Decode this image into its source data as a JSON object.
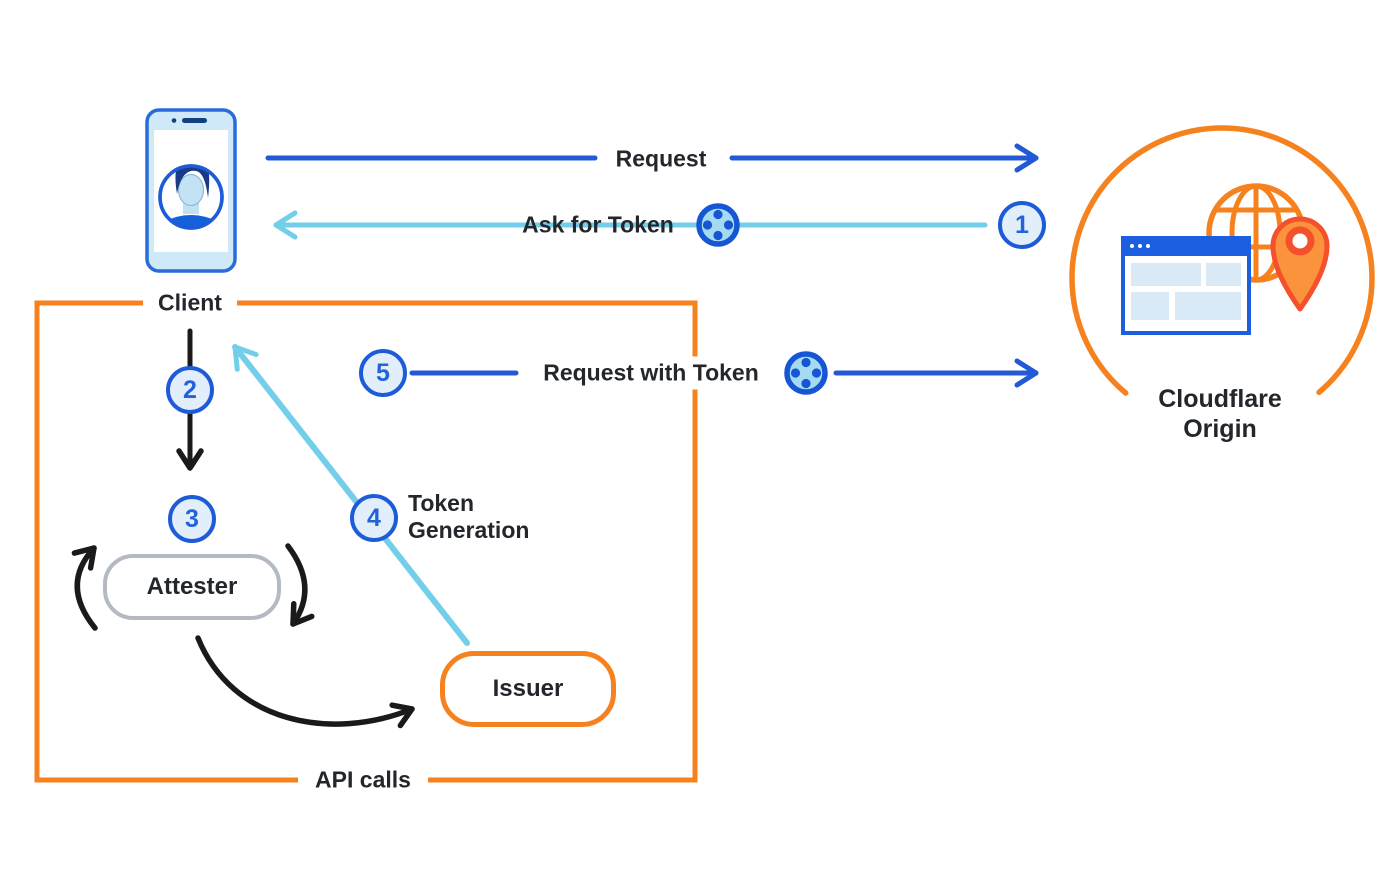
{
  "nodes": {
    "client": {
      "label": "Client"
    },
    "attester": {
      "label": "Attester"
    },
    "issuer": {
      "label": "Issuer"
    },
    "cloudflare_origin": {
      "label": "Cloudflare Origin"
    }
  },
  "flows": {
    "request": {
      "label": "Request"
    },
    "ask_for_token": {
      "label": "Ask for Token",
      "step": "1"
    },
    "client_to_attester": {
      "step": "2"
    },
    "attestation": {
      "step": "3"
    },
    "token_generation": {
      "label": "Token Generation",
      "step": "4"
    },
    "request_with_token": {
      "label": "Request with Token",
      "step": "5"
    }
  },
  "box": {
    "label": "API calls"
  },
  "icons": {
    "client": "phone-user-icon",
    "token": "token-chip-icon",
    "origin": [
      "globe-icon",
      "browser-window-icon",
      "location-pin-icon"
    ]
  },
  "colors": {
    "orange": "#F6821F",
    "dark_blue": "#2359D6",
    "light_blue": "#72CEE9",
    "black": "#1A1A1A",
    "step_fill": "#E2EFFB",
    "step_border": "#1D5BD8",
    "gray_pill_border": "#B3BAC2",
    "pin_red": "#F4502C",
    "pin_orange": "#FB923C",
    "browser_blue": "#1B5FE0",
    "panel_blue": "#D9EAF6",
    "phone_light": "#CFE9F8",
    "text": "#23272C"
  }
}
